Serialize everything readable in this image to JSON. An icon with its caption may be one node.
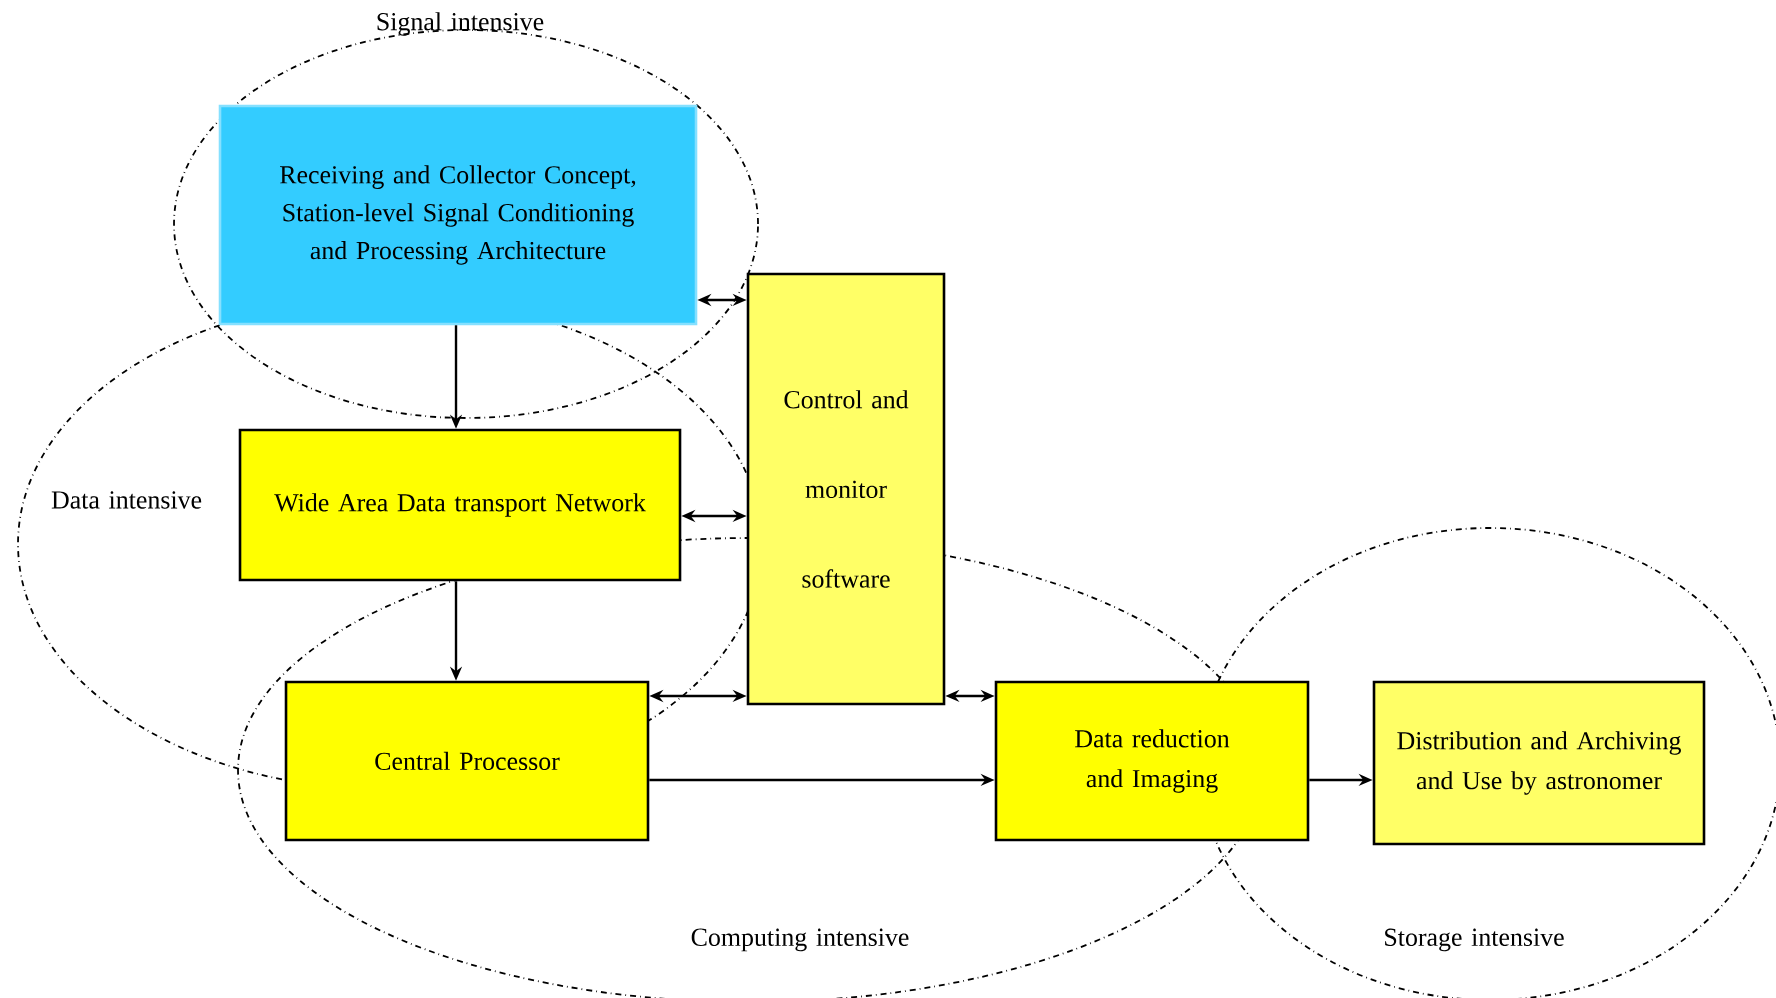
{
  "diagram": {
    "nodes": [
      {
        "text": [
          "Receiving and Collector Concept, Station-level Signal Conditioning and Processing Architecture"
        ]
      },
      {
        "text": [
          "Wide Area Data transport Network"
        ]
      },
      {
        "text": [
          "Control and monitor software"
        ]
      },
      {
        "text": [
          "Central Processor"
        ]
      },
      {
        "text": [
          "Data reduction and Imaging"
        ]
      },
      {
        "text": [
          "Distribution and Archiving and Use by astronomer"
        ]
      }
    ],
    "edges": [
      {
        "from": 0,
        "to": 1,
        "arrow": "to"
      },
      {
        "from": 1,
        "to": 3,
        "arrow": "to"
      },
      {
        "from": 3,
        "to": 4,
        "arrow": "to"
      },
      {
        "from": 4,
        "to": 5,
        "arrow": "to"
      },
      {
        "from": 0,
        "to": 2,
        "arrow": "both"
      },
      {
        "from": 1,
        "to": 2,
        "arrow": "both"
      },
      {
        "from": 3,
        "to": 2,
        "arrow": "both"
      },
      {
        "from": 2,
        "to": 4,
        "arrow": "both"
      }
    ],
    "labels": [
      "Signal intensive",
      "Data intensive",
      "Computing intensive",
      "Storage intensive"
    ]
  }
}
